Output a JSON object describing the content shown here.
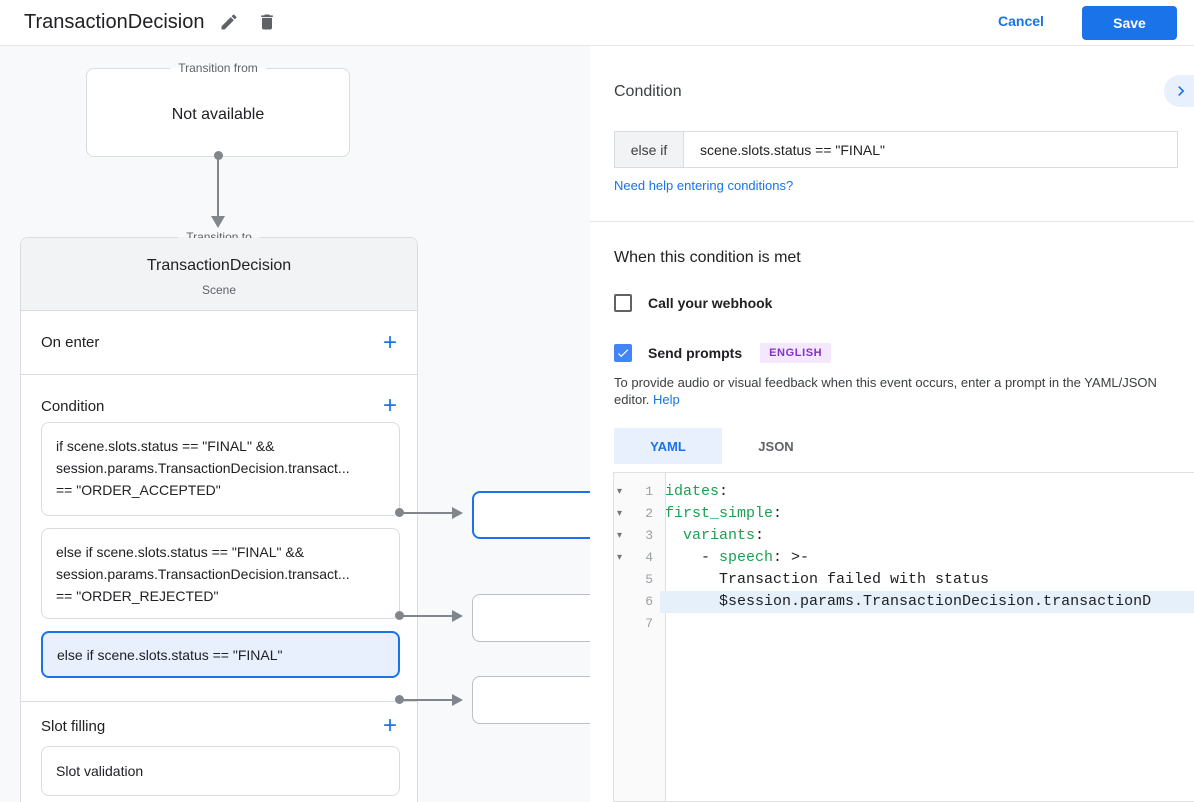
{
  "header": {
    "title": "TransactionDecision",
    "edit_icon": "pencil",
    "delete_icon": "trash",
    "cancel_label": "Cancel",
    "save_label": "Save"
  },
  "diagram": {
    "transition_from": {
      "legend": "Transition from",
      "value": "Not available"
    },
    "transition_to": {
      "legend": "Transition to",
      "title": "TransactionDecision",
      "subtitle": "Scene",
      "add_icon": "+",
      "on_enter_label": "On enter",
      "condition_label": "Condition",
      "condition_items": [
        {
          "selected": false,
          "lines": [
            "if scene.slots.status == \"FINAL\" &&",
            "session.params.TransactionDecision.transact...",
            "== \"ORDER_ACCEPTED\""
          ]
        },
        {
          "selected": false,
          "lines": [
            "else if scene.slots.status == \"FINAL\" &&",
            "session.params.TransactionDecision.transact...",
            "== \"ORDER_REJECTED\""
          ]
        },
        {
          "selected": true,
          "lines": [
            "else if scene.slots.status == \"FINAL\""
          ]
        }
      ],
      "slot_filling_label": "Slot filling",
      "slot_items": [
        {
          "label": "Slot validation"
        }
      ]
    }
  },
  "panel": {
    "condition_section": {
      "title": "Condition",
      "collapse_icon": "chevron-right",
      "operator_label": "else if",
      "condition_value": "scene.slots.status == \"FINAL\"",
      "help_link": "Need help entering conditions?"
    },
    "when_met": {
      "title": "When this condition is met",
      "webhook": {
        "label": "Call your webhook",
        "checked": false
      },
      "prompts": {
        "label": "Send prompts",
        "checked": true,
        "language_badge": "ENGLISH"
      },
      "description": "To provide audio or visual feedback when this event occurs, enter a prompt in the YAML/JSON editor.",
      "help_link": "Help",
      "tabs": [
        {
          "label": "YAML",
          "active": true
        },
        {
          "label": "JSON",
          "active": false
        }
      ],
      "editor": {
        "fold_icon": "▾",
        "lines": [
          {
            "num": "1",
            "pre": "",
            "key": "idates",
            "post": ":"
          },
          {
            "num": "2",
            "pre": "",
            "key": "first_simple",
            "post": ":"
          },
          {
            "num": "3",
            "pre": "  ",
            "key": "variants",
            "post": ":"
          },
          {
            "num": "4",
            "pre": "    - ",
            "key": "speech",
            "post": ": >-"
          },
          {
            "num": "5",
            "pre": "      Transaction failed with status",
            "key": "",
            "post": ""
          },
          {
            "num": "6",
            "pre": "      $session.params.TransactionDecision.transactionD",
            "key": "",
            "post": "",
            "highlighted": true
          },
          {
            "num": "7",
            "pre": "",
            "key": "",
            "post": ""
          }
        ]
      }
    }
  },
  "colors": {
    "accent_blue": "#1a73e8",
    "checkbox_blue": "#4285f4",
    "selected_bg": "#e8f0fe",
    "badge_bg": "#f3e8fd",
    "badge_text": "#8430ce",
    "code_key_green": "#1e9e50",
    "line_highlight": "#e6f0fb",
    "diagram_bg": "#f8f9fa",
    "card_header_bg": "#f1f3f4"
  }
}
